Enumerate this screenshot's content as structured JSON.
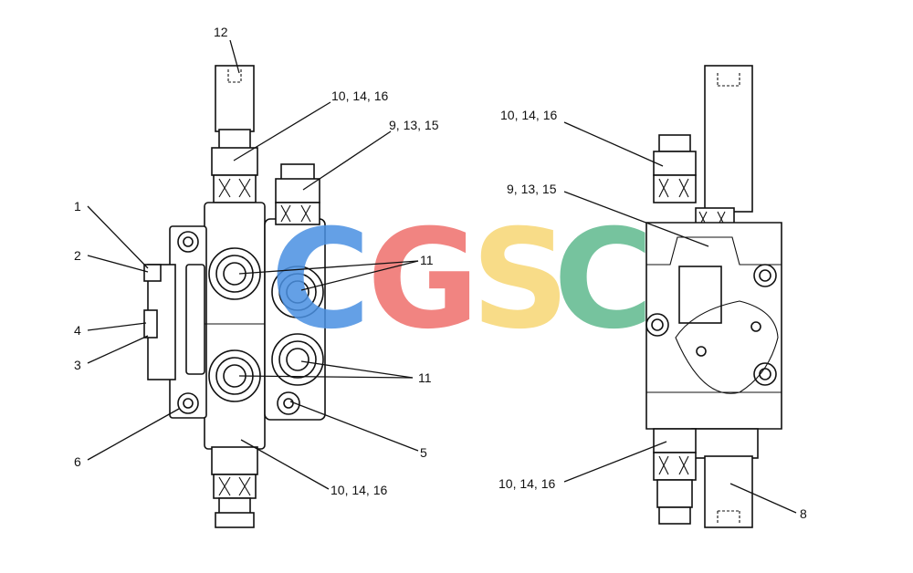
{
  "callouts": {
    "left": {
      "c12": "12",
      "c10_top": "10, 14, 16",
      "c9": "9, 13, 15",
      "c1": "1",
      "c2": "2",
      "c4": "4",
      "c3": "3",
      "c11_top": "11",
      "c11_bottom": "11",
      "c6": "6",
      "c5": "5",
      "c10_bottom": "10, 14, 16"
    },
    "right": {
      "c10_top": "10, 14, 16",
      "c9": "9, 13, 15",
      "c10_bottom": "10, 14, 16",
      "c8": "8"
    }
  },
  "watermark": {
    "letters": [
      "C",
      "G",
      "S",
      "C"
    ],
    "colors": [
      "#4a90e2",
      "#ef6f6c",
      "#f7d774",
      "#5fb98e"
    ]
  }
}
